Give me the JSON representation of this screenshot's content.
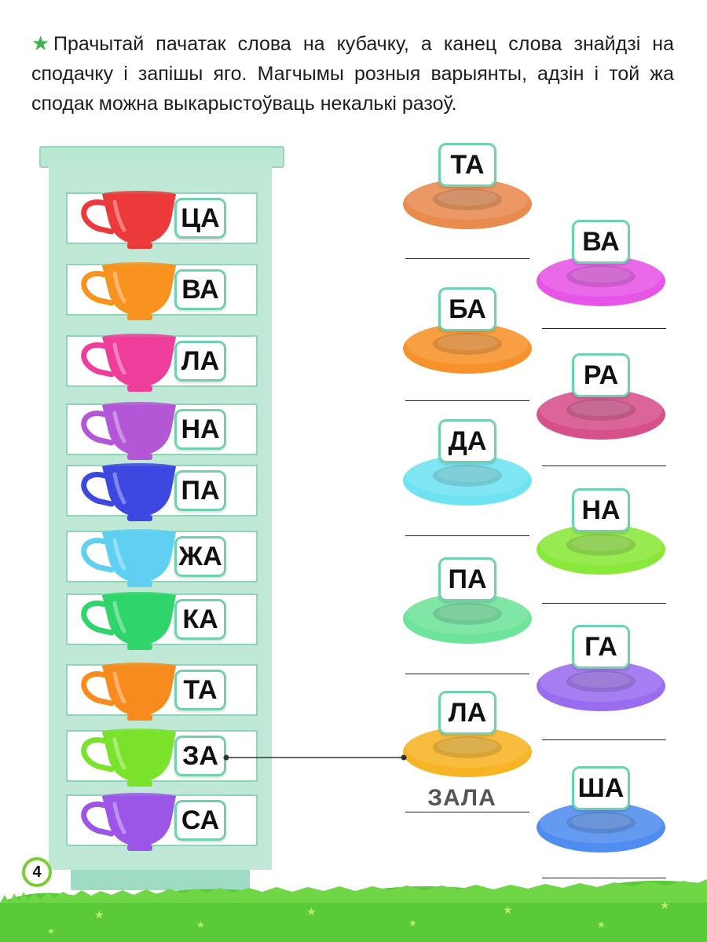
{
  "instruction": {
    "star_icon": "★",
    "text": "Прачытай пачатак слова на кубачку, а канец слова знайдзі на сподачку і запішы яго. Магчымы розныя варыянты, адзін і той жа сподак можна выкарыстоўваць некалькі разоў."
  },
  "cups": [
    {
      "syllable": "ЦА",
      "color": "#ec3a3a"
    },
    {
      "syllable": "ВА",
      "color": "#f7931e"
    },
    {
      "syllable": "ЛА",
      "color": "#ee3e9b"
    },
    {
      "syllable": "НА",
      "color": "#b357d6"
    },
    {
      "syllable": "ПА",
      "color": "#3d48e0"
    },
    {
      "syllable": "ЖА",
      "color": "#5fd0f2"
    },
    {
      "syllable": "КА",
      "color": "#2fd46a"
    },
    {
      "syllable": "ТА",
      "color": "#f78b1e"
    },
    {
      "syllable": "ЗА",
      "color": "#7ae22a"
    },
    {
      "syllable": "СА",
      "color": "#9b56e8"
    }
  ],
  "saucers_left": [
    {
      "syllable": "ТА",
      "color": "#e98a4f"
    },
    {
      "syllable": "БА",
      "color": "#f7922a"
    },
    {
      "syllable": "ДА",
      "color": "#6fe3f2"
    },
    {
      "syllable": "ПА",
      "color": "#6ee39a"
    },
    {
      "syllable": "ЛА",
      "color": "#f7b425"
    }
  ],
  "saucers_right": [
    {
      "syllable": "ВА",
      "color": "#e655e6"
    },
    {
      "syllable": "РА",
      "color": "#d6508a"
    },
    {
      "syllable": "НА",
      "color": "#8ae83a"
    },
    {
      "syllable": "ГА",
      "color": "#9a6df0"
    },
    {
      "syllable": "ША",
      "color": "#4f8ef0"
    }
  ],
  "example_answer": "ЗАЛА",
  "page_number": "4"
}
